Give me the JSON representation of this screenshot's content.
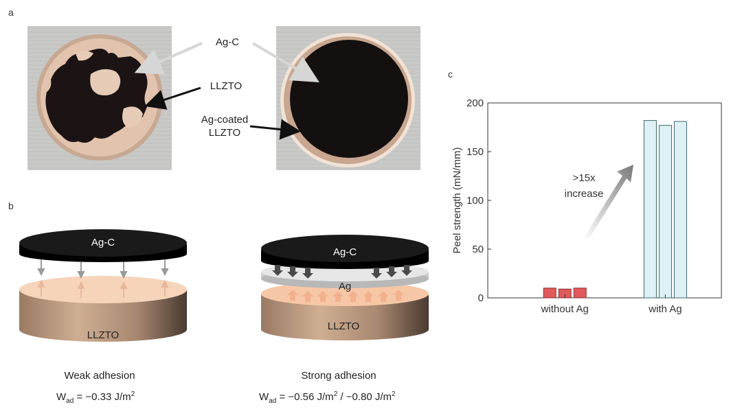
{
  "panel_a": {
    "letter": "a",
    "labels": {
      "agc": "Ag-C",
      "llzto": "LLZTO",
      "ag_coated_line1": "Ag-coated",
      "ag_coated_line2": "LLZTO"
    }
  },
  "panel_b": {
    "letter": "b",
    "left": {
      "top_label": "Ag-C",
      "bottom_label": "LLZTO",
      "caption": "Weak adhesion",
      "wad_symbol": "W",
      "wad_sub": "ad",
      "wad_value": " = −0.33 J/m",
      "wad_exp": "2"
    },
    "right": {
      "top_label": "Ag-C",
      "middle_label": "Ag",
      "bottom_label": "LLZTO",
      "caption": "Strong adhesion",
      "wad_symbol": "W",
      "wad_sub": "ad",
      "wad_value1": " = −0.56 J/m",
      "wad_exp1": "2",
      "wad_value2": " / −0.80 J/m",
      "wad_exp2": "2"
    }
  },
  "panel_c": {
    "letter": "c",
    "annotation_line1": ">15x",
    "annotation_line2": "increase"
  },
  "colors": {
    "without_ag": "#e05a5c",
    "with_ag": "#dff1f4",
    "with_ag_stroke": "#3d6670",
    "llzto_tan": "#d9b597",
    "agc_black": "#111111"
  },
  "chart_data": {
    "type": "bar",
    "categories": [
      "without Ag",
      "with Ag"
    ],
    "ylabel": "Peel strength (mN/mm)",
    "xlabel": "",
    "ylim": [
      0,
      200
    ],
    "yticks": [
      0,
      50,
      100,
      150,
      200
    ],
    "grid": false,
    "series": [
      {
        "values": [
          [
            10,
            9,
            10
          ],
          [
            182,
            177,
            181
          ]
        ]
      }
    ]
  }
}
